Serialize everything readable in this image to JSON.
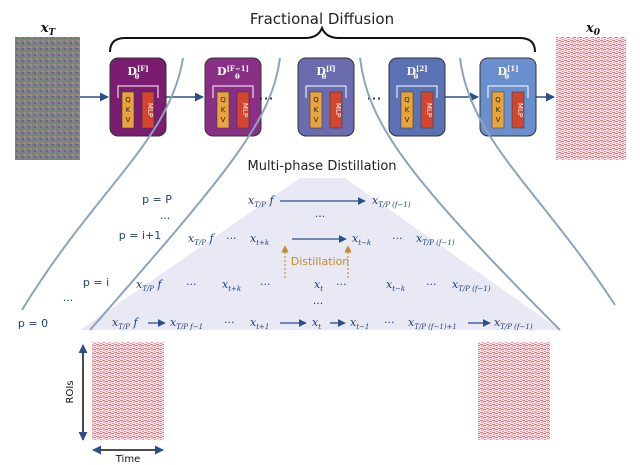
{
  "title": "Fractional Diffusion",
  "input_label": "x",
  "input_sub": "T",
  "output_label": "x",
  "output_sub": "0",
  "blocks": [
    {
      "sup": "[F]",
      "color": "#7a1c6f"
    },
    {
      "sup": "[F−1]",
      "color": "#8a2f86"
    },
    {
      "sup": "[f]",
      "color": "#6b6bb0"
    },
    {
      "sup": "[2]",
      "color": "#5a72b4"
    },
    {
      "sup": "[1]",
      "color": "#6a8fce"
    }
  ],
  "block_letter": "D",
  "block_sub": "θ",
  "qkv_labels": [
    "Q",
    "K",
    "V"
  ],
  "mlp_label": "MLP",
  "ellipsis": "···",
  "subtitle": "Multi-phase Distillation",
  "phase_labels": [
    "p = P",
    "p = i+1",
    "p = i",
    "p = 0"
  ],
  "vertical_dots": "⋮",
  "distillation_label": "Distillation",
  "rows": {
    "p_P": [
      "x_{T/P f}",
      "x_{T/P (f−1)}"
    ],
    "p_i1": [
      "x_{T/P f}",
      "x_{t+k}",
      "x_{t−k}",
      "x_{T/P (f−1)}"
    ],
    "p_i": [
      "x_{T/P f}",
      "x_{t+k}",
      "x_t",
      "x_{t−k}",
      "x_{T/P (f−1)}"
    ],
    "p_0": [
      "x_{T/P f}",
      "x_{T/P f−1}",
      "x_{t+1}",
      "x_t",
      "x_{t−1}",
      "x_{T/P (f−1)+1}",
      "x_{T/P (f−1)}"
    ]
  },
  "axis_y_label": "ROIs",
  "axis_x_label": "Time",
  "colors": {
    "arrow": "#2b4f8a",
    "text_blue": "#1f3f7a",
    "distill": "#c98a2a",
    "funnel": "#e9e9f5",
    "qkv": "#e8a33a",
    "mlp": "#d2452e"
  }
}
